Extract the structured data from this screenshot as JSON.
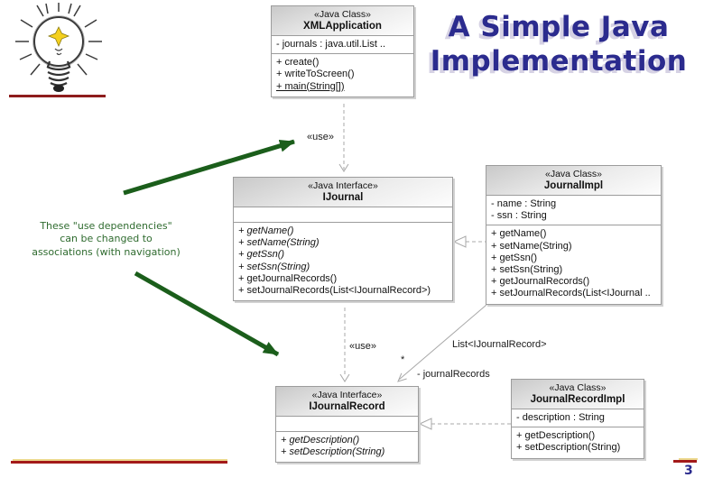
{
  "slide": {
    "title_line1": "A Simple Java",
    "title_line2": "Implementation",
    "page_number": "3",
    "note_line1": "These \"use dependencies\"",
    "note_line2": "can be changed to",
    "note_line3": "associations (with navigation)"
  },
  "labels": {
    "use_top": "«use»",
    "use_bottom": "«use»",
    "association_type": "List<IJournalRecord>",
    "association_multiplicity": "*",
    "association_role": "- journalRecords"
  },
  "icons": {
    "logo": "lightbulb-icon"
  },
  "colors": {
    "title_navy": "#2b2b8e",
    "note_green": "#2f6b2f",
    "arrow_green": "#1b5e1b",
    "accent_red": "#a31a1a",
    "accent_yellow": "#ecd98e",
    "uml_border_gray": "#9c9c9c"
  },
  "uml": {
    "xml_application": {
      "stereotype": "«Java Class»",
      "name": "XMLApplication",
      "attributes": [
        "- journals : java.util.List .."
      ],
      "methods": [
        "+ create()",
        "+ writeToScreen()",
        {
          "text": "+ main(String[])",
          "underline": true
        }
      ]
    },
    "ijournal": {
      "stereotype": "«Java Interface»",
      "name": "IJournal",
      "attributes": [],
      "methods": [
        {
          "text": "+ getName()",
          "italic": true
        },
        {
          "text": "+ setName(String)",
          "italic": true
        },
        {
          "text": "+ getSsn()",
          "italic": true
        },
        {
          "text": "+ setSsn(String)",
          "italic": true
        },
        "+ getJournalRecords()",
        "+ setJournalRecords(List<IJournalRecord>)"
      ]
    },
    "journal_impl": {
      "stereotype": "«Java Class»",
      "name": "JournalImpl",
      "attributes": [
        "- name : String",
        "- ssn : String"
      ],
      "methods": [
        "+ getName()",
        "+ setName(String)",
        "+ getSsn()",
        "+ setSsn(String)",
        "+ getJournalRecords()",
        "+ setJournalRecords(List<IJournal .."
      ]
    },
    "ijournal_record": {
      "stereotype": "«Java Interface»",
      "name": "IJournalRecord",
      "attributes": [],
      "methods": [
        {
          "text": "+ getDescription()",
          "italic": true
        },
        {
          "text": "+ setDescription(String)",
          "italic": true
        }
      ]
    },
    "journal_record_impl": {
      "stereotype": "«Java Class»",
      "name": "JournalRecordImpl",
      "attributes": [
        "- description : String"
      ],
      "methods": [
        "+ getDescription()",
        "+ setDescription(String)"
      ]
    }
  }
}
